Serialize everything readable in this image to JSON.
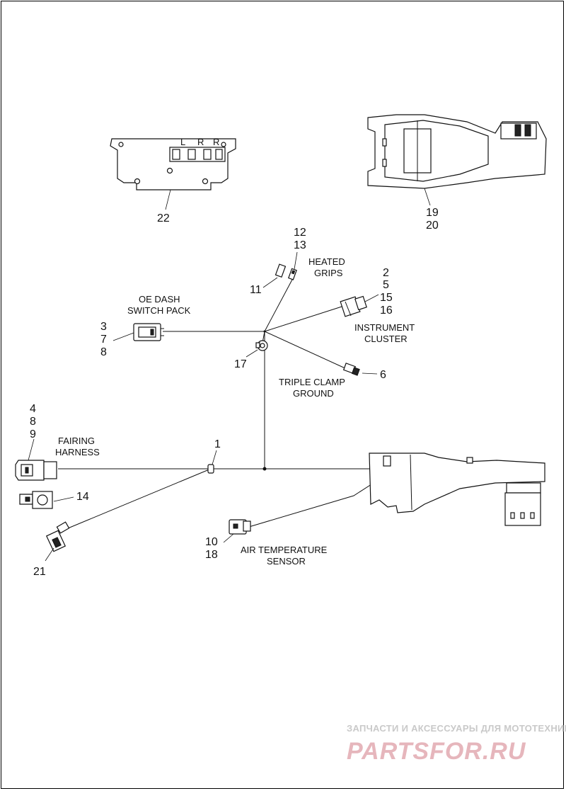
{
  "callouts": {
    "c22": "22",
    "c19": "19",
    "c20": "20",
    "c12": "12",
    "c13": "13",
    "c11": "11",
    "c2": "2",
    "c5": "5",
    "c15": "15",
    "c16": "16",
    "c3": "3",
    "c7": "7",
    "c8a": "8",
    "c17": "17",
    "c6": "6",
    "c4": "4",
    "c8b": "8",
    "c9": "9",
    "c1": "1",
    "c14": "14",
    "c10": "10",
    "c18": "18",
    "c21": "21"
  },
  "labels": {
    "heated_grips_1": "HEATED",
    "heated_grips_2": "GRIPS",
    "oe_dash_1": "OE DASH",
    "oe_dash_2": "SWITCH PACK",
    "instrument_1": "INSTRUMENT",
    "instrument_2": "CLUSTER",
    "triple_clamp_1": "TRIPLE CLAMP",
    "triple_clamp_2": "GROUND",
    "fairing_1": "FAIRING",
    "fairing_2": "HARNESS",
    "air_temp_1": "AIR TEMPERATURE",
    "air_temp_2": "SENSOR",
    "switch_l": "L",
    "switch_r1": "R",
    "switch_r2": "R"
  },
  "watermark": {
    "line1": "ЗАПЧАСТИ И АКСЕССУАРЫ ДЛЯ МОТОТЕХНИКИ",
    "line2": "PARTSFOR.RU"
  }
}
